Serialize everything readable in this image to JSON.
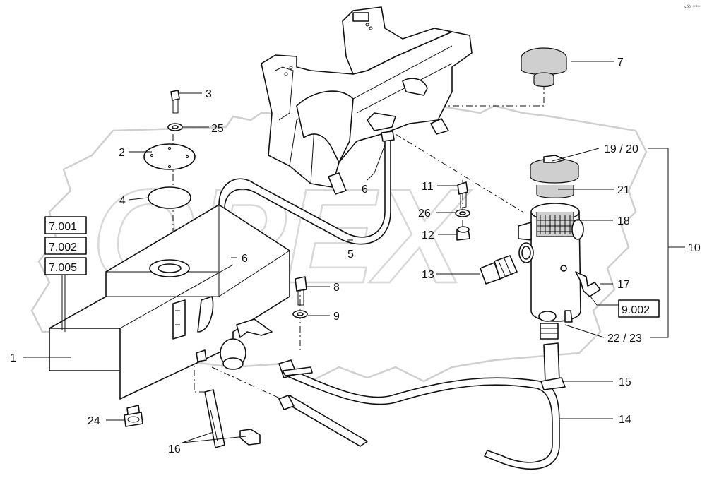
{
  "diagram": {
    "watermark": "OPEX",
    "corner_mark": "s® ***",
    "callouts": [
      {
        "id": "c1",
        "text": "1"
      },
      {
        "id": "c2",
        "text": "2"
      },
      {
        "id": "c3",
        "text": "3"
      },
      {
        "id": "c4",
        "text": "4"
      },
      {
        "id": "c5",
        "text": "5"
      },
      {
        "id": "c6a",
        "text": "6"
      },
      {
        "id": "c6b",
        "text": "6"
      },
      {
        "id": "c7",
        "text": "7"
      },
      {
        "id": "c8",
        "text": "8"
      },
      {
        "id": "c9",
        "text": "9"
      },
      {
        "id": "c10",
        "text": "10"
      },
      {
        "id": "c11",
        "text": "11"
      },
      {
        "id": "c12",
        "text": "12"
      },
      {
        "id": "c13",
        "text": "13"
      },
      {
        "id": "c14",
        "text": "14"
      },
      {
        "id": "c15",
        "text": "15"
      },
      {
        "id": "c16",
        "text": "16"
      },
      {
        "id": "c17",
        "text": "17"
      },
      {
        "id": "c18",
        "text": "18"
      },
      {
        "id": "c19_20",
        "text": "19 / 20"
      },
      {
        "id": "c21",
        "text": "21"
      },
      {
        "id": "c22_23",
        "text": "22 / 23"
      },
      {
        "id": "c24",
        "text": "24"
      },
      {
        "id": "c25",
        "text": "25"
      },
      {
        "id": "c26",
        "text": "26"
      }
    ],
    "reference_boxes": [
      {
        "id": "r7001",
        "text": "7.001"
      },
      {
        "id": "r7002",
        "text": "7.002"
      },
      {
        "id": "r7005",
        "text": "7.005"
      },
      {
        "id": "r9002",
        "text": "9.002"
      }
    ]
  }
}
